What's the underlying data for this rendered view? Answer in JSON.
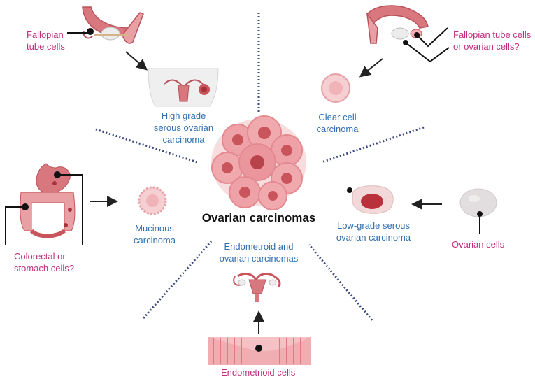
{
  "title": "Ovarian carcinomas",
  "colors": {
    "origin_text": "#c0307f",
    "subtype_text": "#2f6fb0",
    "dotted_line": "#3d4a80",
    "tissue": "#e8898f",
    "tissue_dark": "#c9545c",
    "arrow": "#222222"
  },
  "origins": {
    "fallopian": "Fallopian\ntube cells",
    "fallopian_or_ovarian": "Fallopian tube cells\nor ovarian cells?",
    "colorectal": "Colorectal or\nstomach cells?",
    "ovarian": "Ovarian cells",
    "endometrioid": "Endometrioid cells"
  },
  "subtypes": {
    "high_grade": "High grade\nserous ovarian\ncarcinoma",
    "clear_cell": "Clear cell\ncarcinoma",
    "mucinous": "Mucinous\ncarcinoma",
    "low_grade": "Low-grade serous\novarian carcinoma",
    "endometroid": "Endometroid and\novarian carcinomas"
  }
}
